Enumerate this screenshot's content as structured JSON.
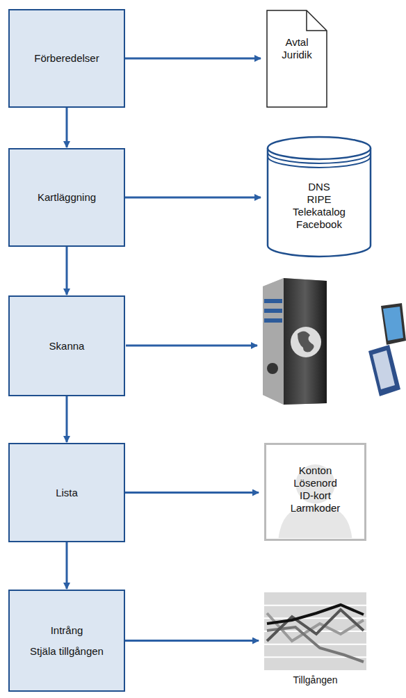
{
  "diagram": {
    "nodes": [
      {
        "text": [
          "Förberedelser"
        ]
      },
      {
        "text": [
          "Avtal Juridik"
        ]
      },
      {
        "text": [
          "Kartläggning"
        ]
      },
      {
        "text": [
          "DNS RIPE Telekatalog Facebook"
        ]
      },
      {
        "text": [
          "Skanna"
        ]
      },
      {
        "text": [
          "Lista"
        ]
      },
      {
        "text": [
          "Konton Lösenord ID-kort Larmkoder"
        ]
      },
      {
        "text": [
          "Intrång",
          "Stjäla tillgången"
        ]
      },
      {
        "text": [
          "Tillgången"
        ]
      }
    ],
    "edges": [
      {
        "from": 0,
        "to": 2,
        "arrow": "to"
      },
      {
        "from": 2,
        "to": 4,
        "arrow": "to"
      },
      {
        "from": 4,
        "to": 5,
        "arrow": "to"
      },
      {
        "from": 5,
        "to": 7,
        "arrow": "to"
      },
      {
        "from": 0,
        "to": 1,
        "arrow": "to"
      },
      {
        "from": 2,
        "to": 3,
        "arrow": "to"
      },
      {
        "from": 5,
        "to": 6,
        "arrow": "to"
      },
      {
        "from": 7,
        "to": 8,
        "arrow": "to"
      }
    ]
  }
}
